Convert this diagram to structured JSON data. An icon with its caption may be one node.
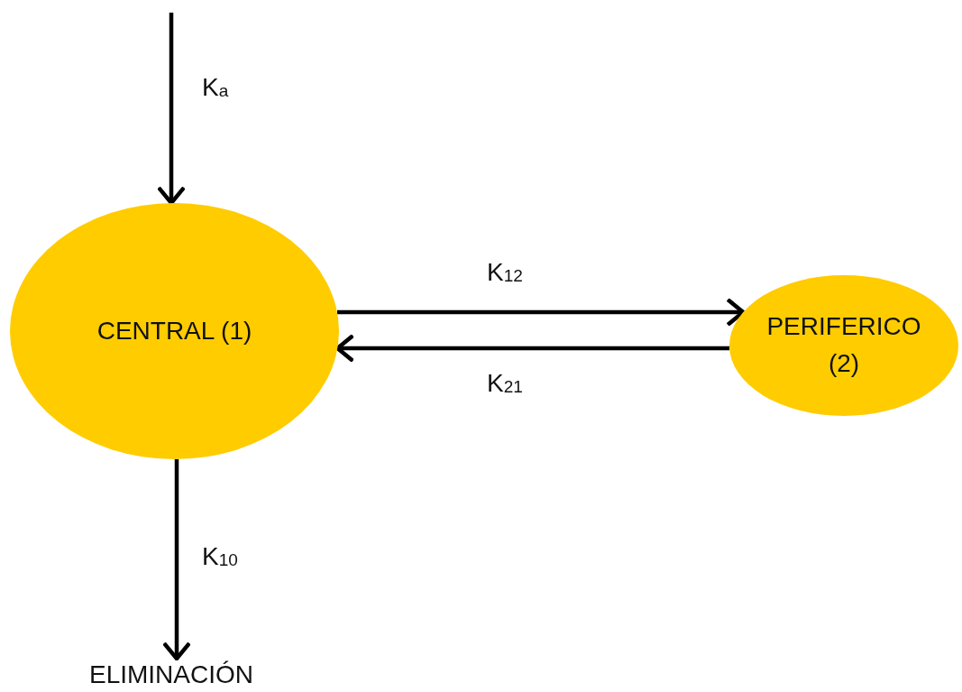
{
  "diagram": {
    "nodes": [
      {
        "text": [
          "CENTRAL (1)"
        ]
      },
      {
        "text": [
          "PERIFERICO (2)"
        ]
      },
      {
        "text": [
          "ELIMINACIÓN"
        ]
      }
    ],
    "edges": [
      {
        "from": null,
        "to": 0,
        "arrow": "to",
        "label": "K$_{a}$"
      },
      {
        "from": 0,
        "to": 1,
        "arrow": "to",
        "label": "K$_{12}$"
      },
      {
        "from": 1,
        "to": 0,
        "arrow": "to",
        "label": "K$_{21}$"
      },
      {
        "from": 0,
        "to": 2,
        "arrow": "to",
        "label": "K$_{10}$"
      }
    ]
  }
}
